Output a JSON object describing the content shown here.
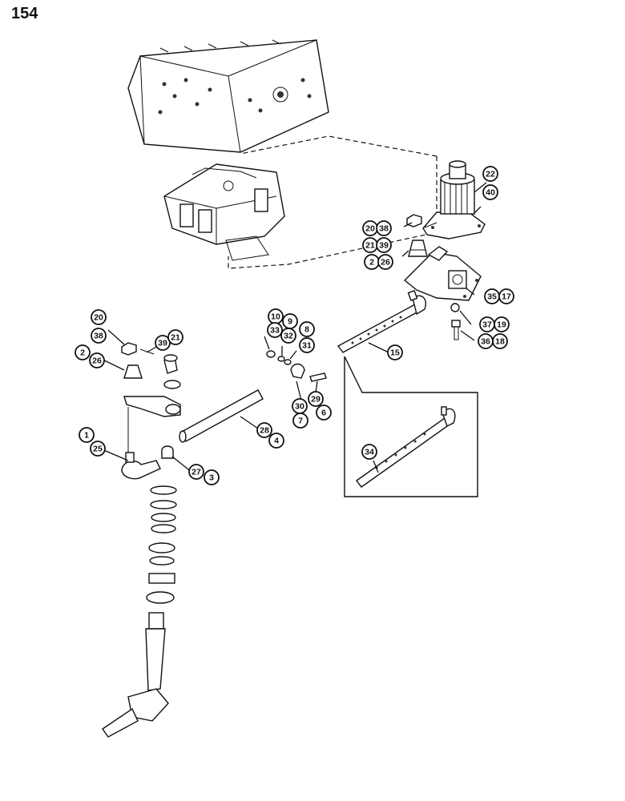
{
  "page": {
    "number": "154"
  },
  "callouts": {
    "c1": "1",
    "c25": "25",
    "c20a": "20",
    "c38a": "38",
    "c39a": "39",
    "c21a": "21",
    "c2a": "2",
    "c26a": "26",
    "c27": "27",
    "c3": "3",
    "c28": "28",
    "c4": "4",
    "c10": "10",
    "c9": "9",
    "c33": "33",
    "c32": "32",
    "c8": "8",
    "c31": "31",
    "c29": "29",
    "c6": "6",
    "c30": "30",
    "c7": "7",
    "c15": "15",
    "c22": "22",
    "c40": "40",
    "c20b": "20",
    "c38b": "38",
    "c21b": "21",
    "c39b": "39",
    "c2b": "2",
    "c26b": "26",
    "c35": "35",
    "c17": "17",
    "c37": "37",
    "c19": "19",
    "c36": "36",
    "c18": "18",
    "c34": "34"
  },
  "legend": {
    "style": "black-outline circled part numbers with leader lines",
    "colors": {
      "ink": "#111111",
      "paper": "#ffffff"
    }
  }
}
